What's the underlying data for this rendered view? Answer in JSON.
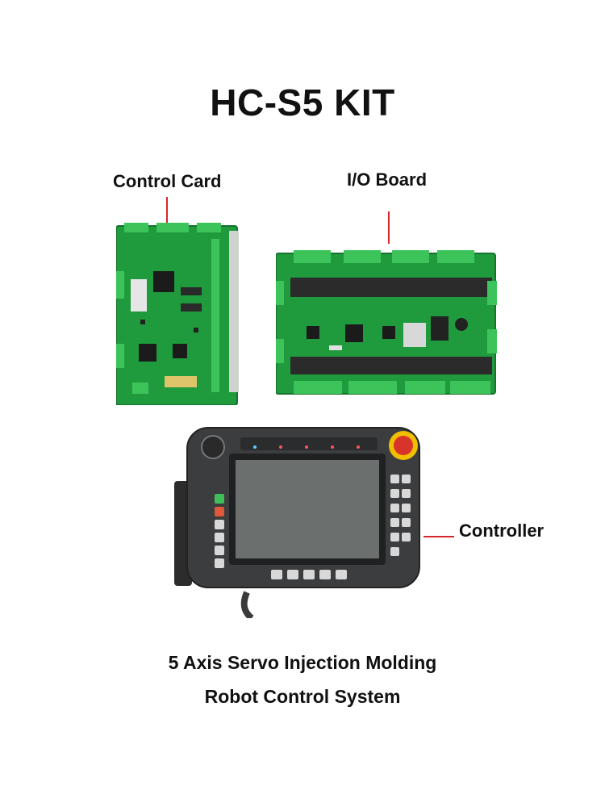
{
  "title": "HC-S5 KIT",
  "labels": {
    "control_card": "Control Card",
    "io_board": "I/O Board",
    "controller": "Controller"
  },
  "caption": {
    "line1": "5 Axis Servo Injection Molding",
    "line2": "Robot Control System"
  },
  "colors": {
    "pcb_green": "#1f9a3c",
    "terminal_green": "#3cc45a",
    "leader_red": "#d8262c",
    "emergency_red": "#d9342b"
  }
}
